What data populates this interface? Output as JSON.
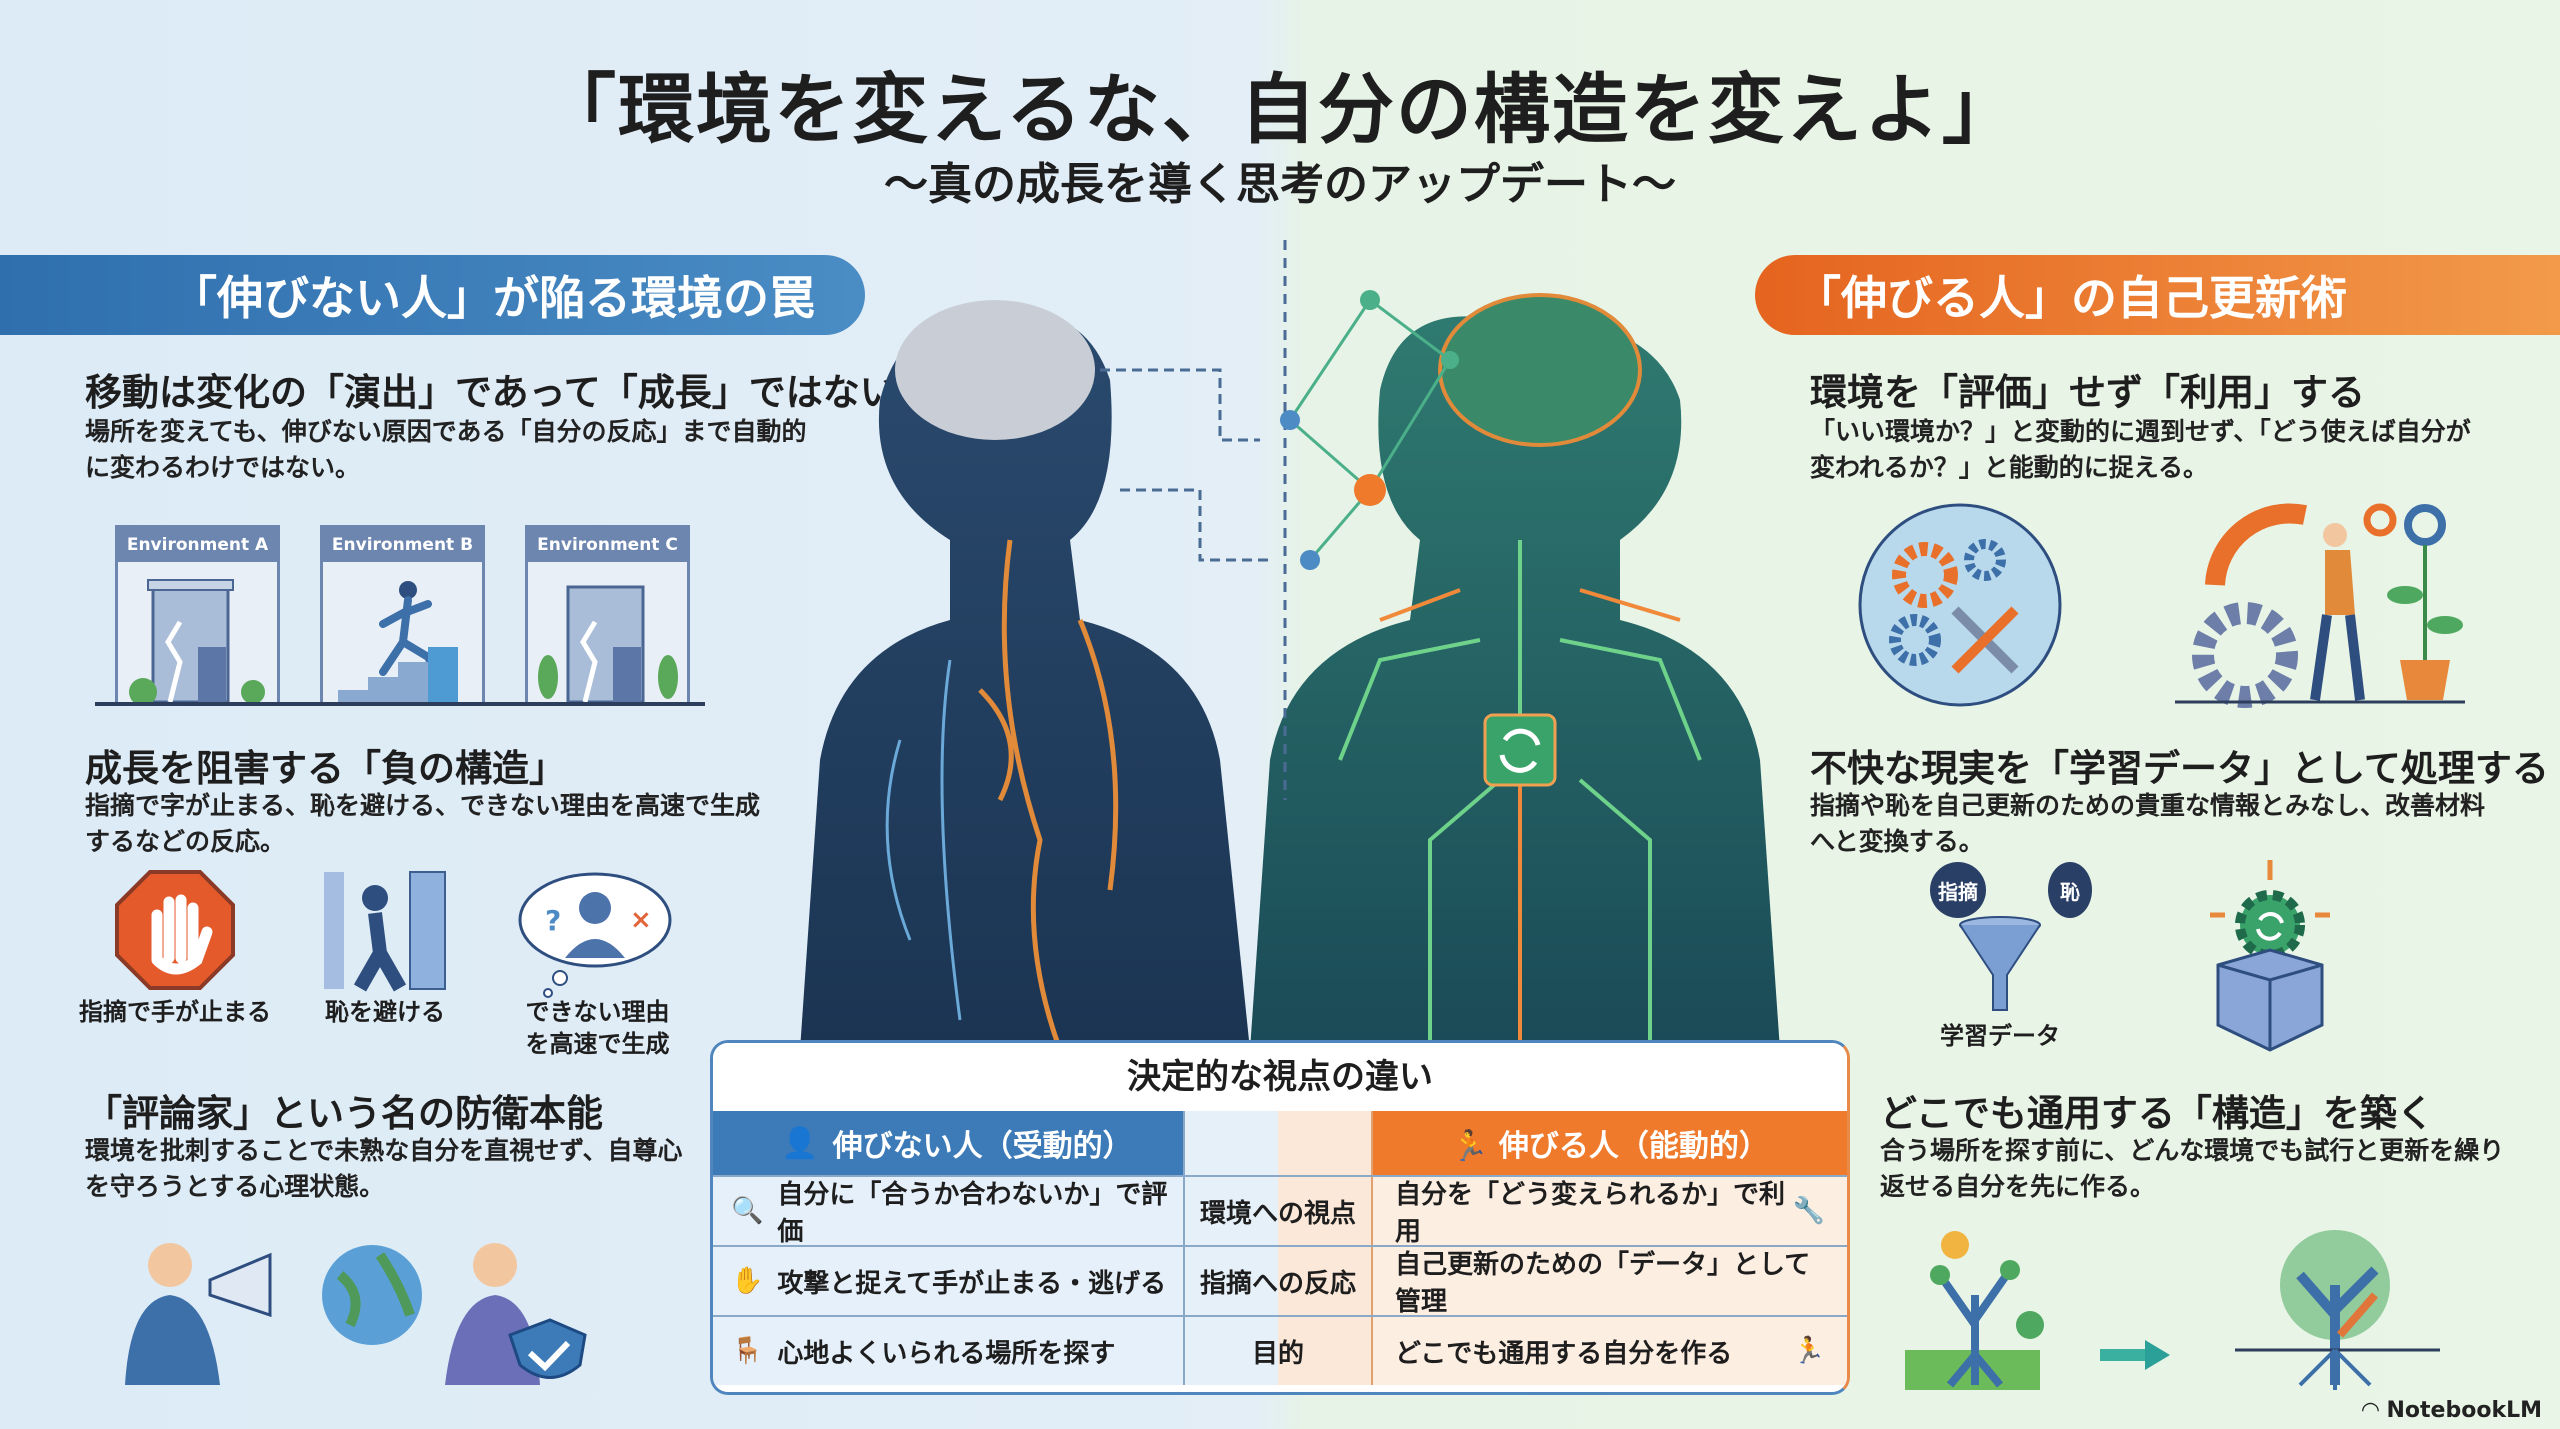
{
  "header": {
    "title": "「環境を変えるな、自分の構造を変えよ」",
    "subtitle": "〜真の成長を導く思考のアップデート〜"
  },
  "left": {
    "banner": "「伸びない人」が陥る環境の罠",
    "sections": [
      {
        "heading": "移動は変化の「演出」であって「成長」ではない",
        "body": "場所を変えても、伸びない原因である「自分の反応」まで自動的に変わるわけではない。"
      },
      {
        "heading": "成長を阻害する「負の構造」",
        "body": "指摘で字が止まる、恥を避ける、できない理由を高速で生成するなどの反応。"
      },
      {
        "heading": "「評論家」という名の防衛本能",
        "body": "環境を批刺することで未熟な自分を直視せず、自尊心を守ろうとする心理状態。"
      }
    ],
    "environments": [
      "Environment A",
      "Environment B",
      "Environment C"
    ],
    "reactions": [
      "指摘で手が止まる",
      "恥を避ける",
      "できない理由を高速で生成"
    ]
  },
  "right": {
    "banner": "「伸びる人」の自己更新術",
    "sections": [
      {
        "heading": "環境を「評価」せず「利用」する",
        "body": "「いい環境か？」と変動的に週到せず、「どう使えば自分が変われるか？」と能動的に捉える。"
      },
      {
        "heading": "不快な現実を「学習データ」として処理する",
        "body": "指摘や恥を自己更新のための貴重な情報とみなし、改善材料へと変換する。"
      },
      {
        "heading": "どこでも通用する「構造」を築く",
        "body": "合う場所を探す前に、どんな環境でも試行と更新を繰り返せる自分を先に作る。"
      }
    ],
    "funnel": {
      "inputs": [
        "指摘",
        "恥"
      ],
      "output": "学習データ"
    }
  },
  "table": {
    "title": "決定的な視点の違い",
    "left_header": "伸びない人（受動的）",
    "right_header": "伸びる人（能動的）",
    "rows": [
      {
        "left": "自分に「合うか合わないか」で評価",
        "middle": "環境への視点",
        "right": "自分を「どう変えられるか」で利用"
      },
      {
        "left": "攻撃と捉えて手が止まる・逃げる",
        "middle": "指摘への反応",
        "right": "自己更新のための「データ」として管理"
      },
      {
        "left": "心地よくいられる場所を探す",
        "middle": "目的",
        "right": "どこでも通用する自分を作る"
      }
    ]
  },
  "footer": {
    "brand": "NotebookLM"
  },
  "colors": {
    "blue": "#3d7bb8",
    "orange": "#ef7a2c",
    "green": "#3aa36a"
  }
}
